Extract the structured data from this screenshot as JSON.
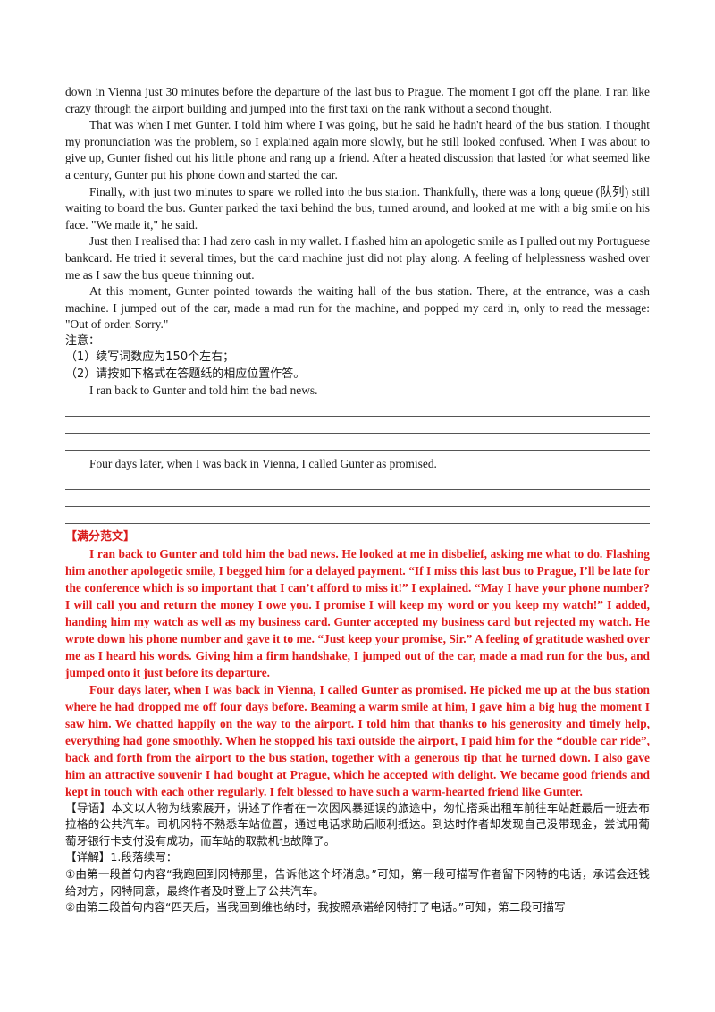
{
  "passage": [
    "down in Vienna just 30 minutes before the departure of the last bus to Prague. The moment I got off the plane, I ran like crazy through the airport building and jumped into the first taxi on the rank without a second thought.",
    "That was when I met Gunter. I told him where I was going, but he said he hadn't heard of the bus station. I thought my pronunciation was the problem, so I explained again more slowly, but he still looked confused. When I was about to give up, Gunter fished out his little phone and rang up a friend. After a heated discussion that lasted for what seemed like a century, Gunter put his phone down and started the car.",
    "Finally, with just two minutes to spare we rolled into the bus station. Thankfully, there was a long queue (队列) still waiting to board the bus. Gunter parked the taxi behind the bus, turned around, and looked at me with a big smile on his face. \"We made it,\" he said.",
    "Just then I realised that I had zero cash in my wallet. I flashed him an apologetic smile as I pulled out my Portuguese bankcard. He tried it several times, but the card machine just did not play along. A feeling of helplessness washed over me as I saw the bus queue thinning out.",
    "At this moment, Gunter pointed towards the waiting hall of the bus station. There, at the entrance, was a cash machine. I jumped out of the car, made a mad run for the machine, and popped my card in, only to read the message: \"Out of order. Sorry.\""
  ],
  "notes": {
    "title": "注意：",
    "item1": "（1）续写词数应为150个左右；",
    "item2": "（2）请按如下格式在答题纸的相应位置作答。"
  },
  "prompt1": "I ran back to Gunter and told him the bad news.",
  "prompt2": "Four days later, when I was back in Vienna, I called Gunter as promised.",
  "sample": {
    "heading": "【满分范文】",
    "para1": "I ran back to Gunter and told him the bad news. He looked at me in disbelief, asking me what to do. Flashing him another apologetic smile, I begged him for a delayed payment. “If I miss this last bus to Prague, I’ll be late for the conference which is so important that I can’t afford to miss it!” I explained. “May I have your phone number? I will call you and return the money I owe you. I promise I will keep my word or you keep my watch!” I added, handing him my watch as well as my business card. Gunter accepted my business card but rejected my watch. He wrote down his phone number and gave it to me. “Just keep your promise, Sir.” A feeling of gratitude washed over me as I heard his words. Giving him a firm handshake, I jumped out of the car, made a mad run for the bus, and jumped onto it just before its departure.",
    "para2": "Four days later, when I was back in Vienna, I called Gunter as promised. He picked me up at the bus station where he had dropped me off four days before. Beaming a warm smile at him, I gave him a big hug the moment I saw him. We chatted happily on the way to the airport. I told him that thanks to his generosity and timely help, everything had gone smoothly. When he stopped his taxi outside the airport, I paid him for the “double car ride”, back and forth from the airport to the bus station, together with a generous tip that he turned down. I also gave him an attractive souvenir I had bought at Prague, which he accepted with delight. We became good friends and kept in touch with each other regularly. I felt blessed to have such a warm-hearted friend like Gunter."
  },
  "guide": "【导语】本文以人物为线索展开，讲述了作者在一次因风暴延误的旅途中，匆忙搭乘出租车前往车站赶最后一班去布拉格的公共汽车。司机冈特不熟悉车站位置，通过电话求助后顺利抵达。到达时作者却发现自己没带现金，尝试用葡萄牙银行卡支付没有成功，而车站的取款机也故障了。",
  "detail": {
    "heading": "【详解】1.段落续写：",
    "point1": "①由第一段首句内容“我跑回到冈特那里，告诉他这个坏消息。”可知，第一段可描写作者留下冈特的电话，承诺会还钱给对方，冈特同意，最终作者及时登上了公共汽车。",
    "point2": "②由第二段首句内容“四天后，当我回到维也纳时，我按照承诺给冈特打了电话。”可知，第二段可描写"
  }
}
